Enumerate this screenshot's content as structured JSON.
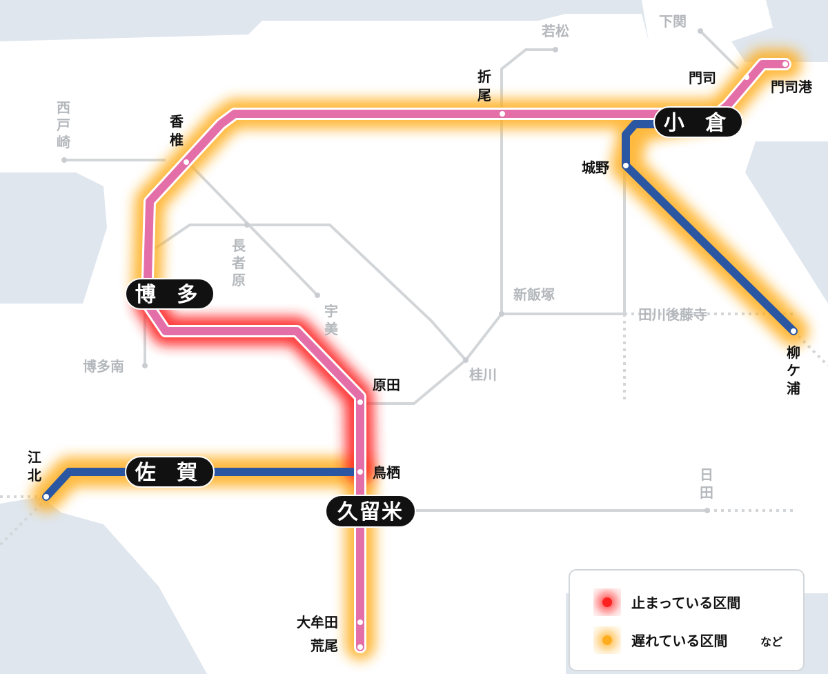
{
  "colors": {
    "sea": "#dfe6ee",
    "land": "#ffffff",
    "grey_line": "#d3d6d9",
    "pink_line": "#e46fa8",
    "blue_line": "#2b57a2",
    "stopped_glow": "#ff2020",
    "delayed_glow": "#ffad1f"
  },
  "major_stations": {
    "kokura": "小 倉",
    "hakata": "博 多",
    "saga": "佐 賀",
    "kurume": "久留米"
  },
  "active_stations": {
    "mojiko": "門司港",
    "moji": "門司",
    "ori": "折",
    "ori2": "尾",
    "kashii": "香",
    "kashii2": "椎",
    "jono": "城野",
    "yanagase1": "柳",
    "yanagase2": "ケ",
    "yanagase3": "浦",
    "harada": "原田",
    "tosu": "鳥栖",
    "koboku1": "江",
    "koboku2": "北",
    "omuta": "大牟田",
    "arao": "荒尾"
  },
  "inactive_stations": {
    "shimonoseki": "下関",
    "wakamatsu": "若松",
    "saitozaki1": "西",
    "saitozaki2": "戸",
    "saitozaki3": "崎",
    "chojabaru1": "長",
    "chojabaru2": "者",
    "chojabaru3": "原",
    "umi1": "宇",
    "umi2": "美",
    "shiniizuka": "新飯塚",
    "tagawa": "田川後藤寺",
    "hakataminami": "博多南",
    "keisen": "桂川",
    "hita1": "日",
    "hita2": "田"
  },
  "legend": {
    "stopped": "止まっている区間",
    "delayed": "遅れている区間",
    "delayed_suffix": "など"
  }
}
